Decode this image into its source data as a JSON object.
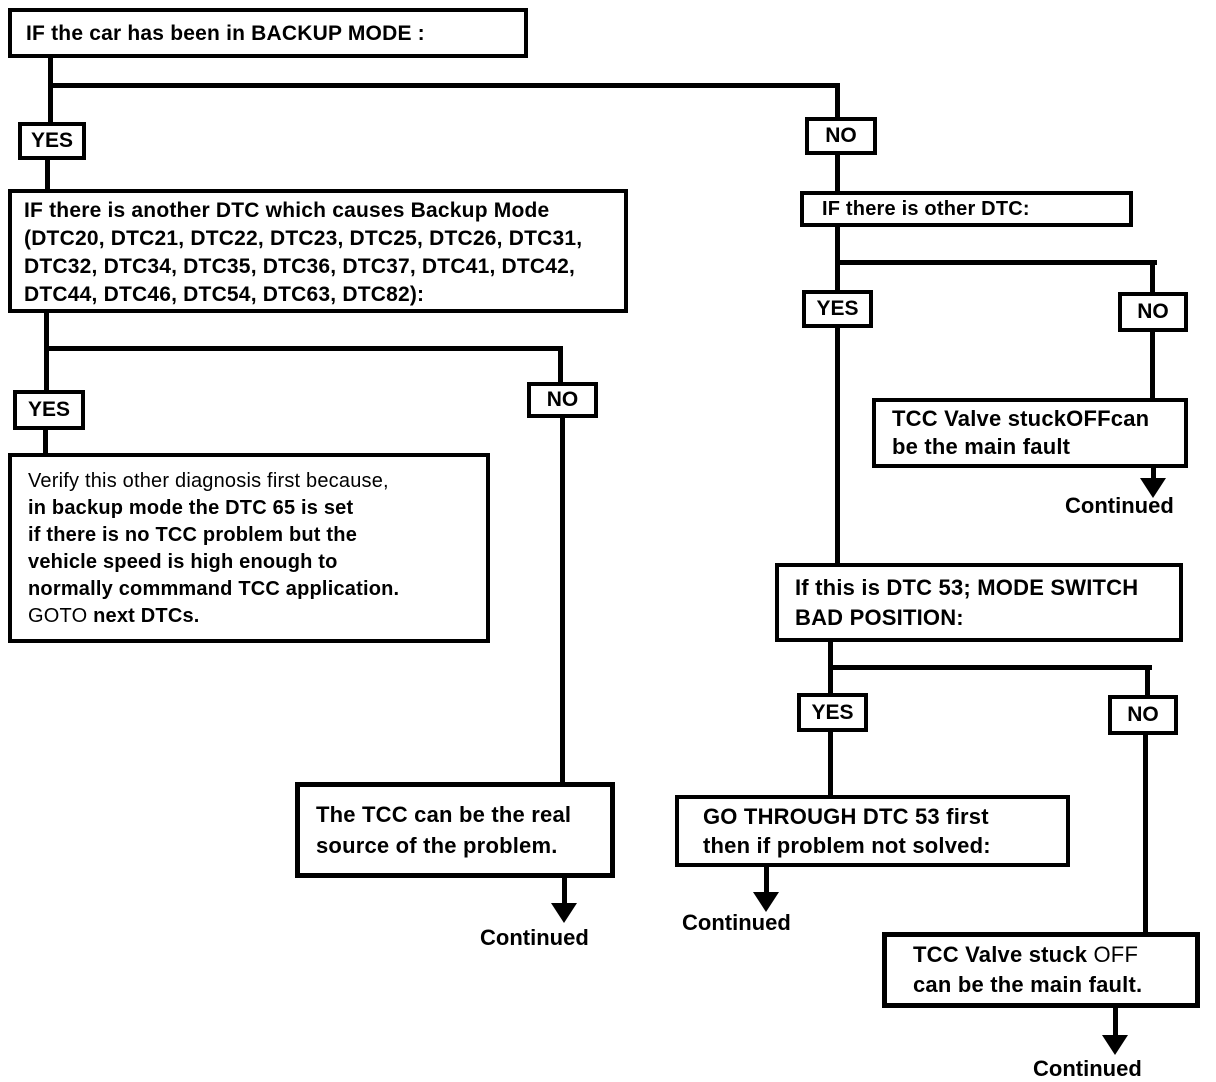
{
  "labels": {
    "yes": "YES",
    "no": "NO",
    "continued": "Continued"
  },
  "nodes": {
    "backup_mode": {
      "text": "IF the car has been in BACKUP MODE :"
    },
    "another_dtc": {
      "line1": "IF there is another DTC which causes Backup Mode",
      "line2": "(DTC20, DTC21, DTC22, DTC23, DTC25, DTC26, DTC31,",
      "line3": "DTC32, DTC34, DTC35, DTC36, DTC37, DTC41, DTC42,",
      "line4": "DTC44, DTC46, DTC54, DTC63, DTC82):"
    },
    "verify": {
      "line1": "Verify this other diagnosis first  because,",
      "line2": "in backup mode the DTC 65 is set",
      "line3": "if there is no TCC problem but the",
      "line4": "vehicle speed is high enough to",
      "line5": "normally commmand TCC application.",
      "line6_normal": "GOTO ",
      "line6_bold": "next DTCs."
    },
    "tcc_source": {
      "line1": "The TCC can be the real",
      "line2": "source of the problem."
    },
    "other_dtc": {
      "text": "IF there is other DTC:"
    },
    "valve_stuck_off_1": {
      "line1": "TCC Valve stuckOFFcan",
      "line2": "be the main fault"
    },
    "dtc53": {
      "line1": "If this is DTC 53; MODE SWITCH",
      "line2": "BAD POSITION:"
    },
    "go_through": {
      "line1": "GO THROUGH DTC 53 first",
      "line2": "then if problem not solved:"
    },
    "valve_stuck_off_2": {
      "line1_bold": "TCC Valve stuck",
      "line1_normal": " OFF",
      "line2": "can be the main fault."
    }
  },
  "colors": {
    "line": "#000000",
    "background": "#ffffff",
    "text": "#000000"
  }
}
